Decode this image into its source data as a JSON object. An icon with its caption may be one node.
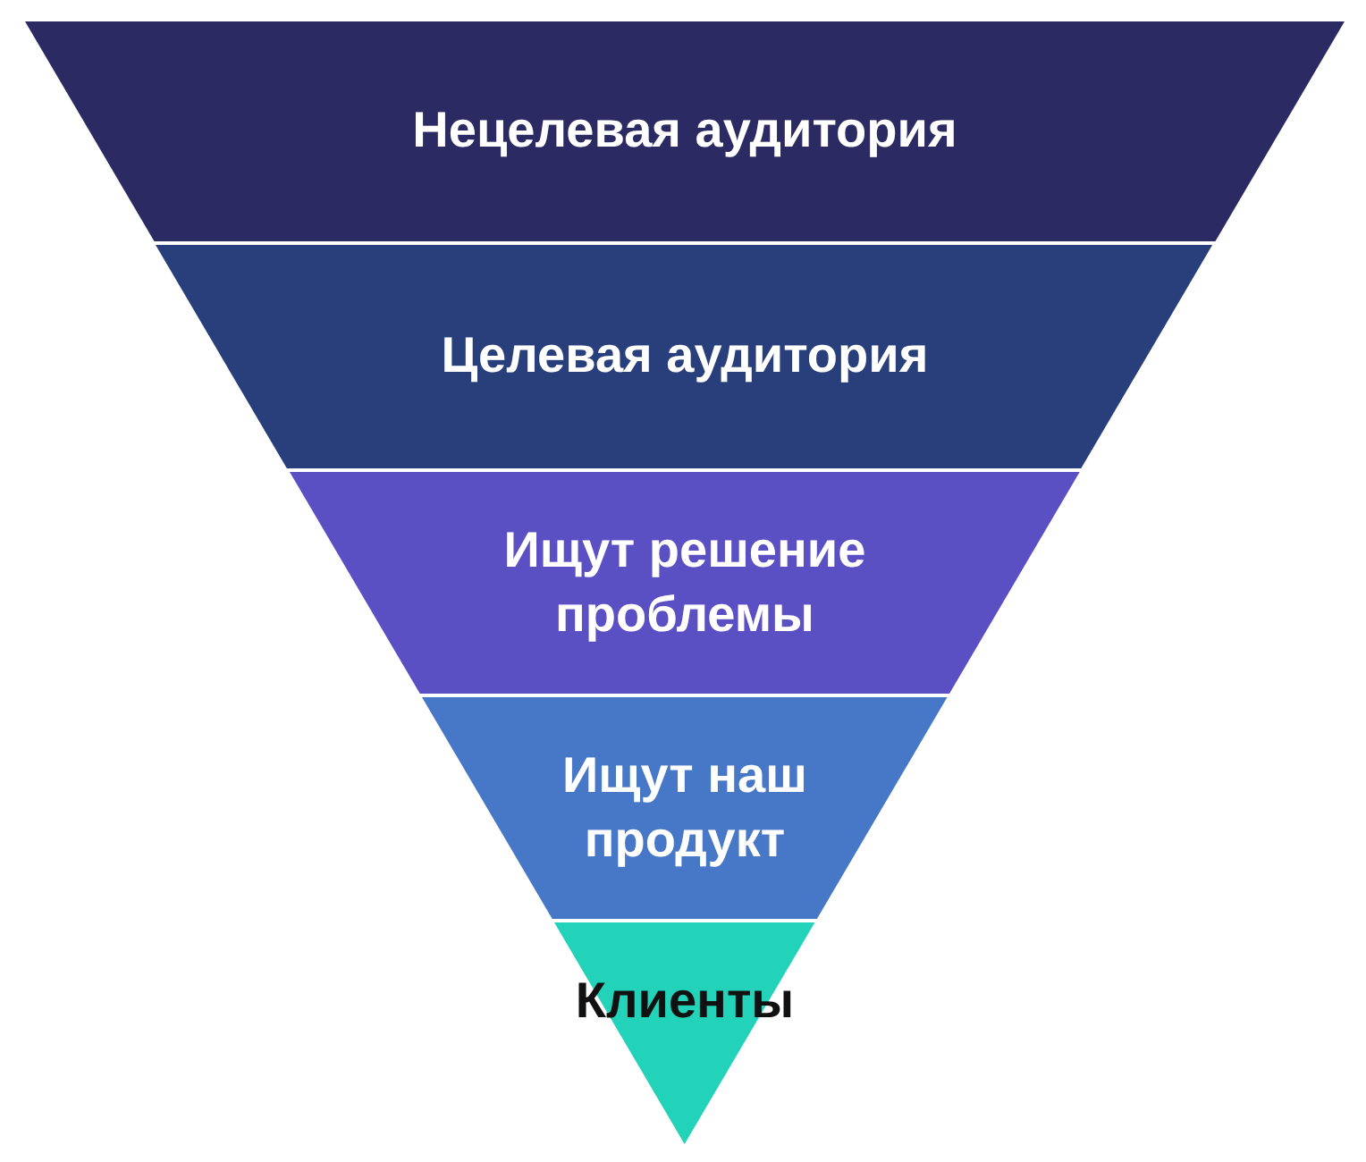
{
  "diagram": {
    "nodes": [
      {
        "text": [
          "Нецелевая аудитория"
        ]
      },
      {
        "text": [
          "Целевая аудитория"
        ]
      },
      {
        "text": [
          "Ищут решение проблемы"
        ]
      },
      {
        "text": [
          "Ищут наш продукт"
        ]
      },
      {
        "text": [
          "Клиенты"
        ]
      }
    ]
  }
}
